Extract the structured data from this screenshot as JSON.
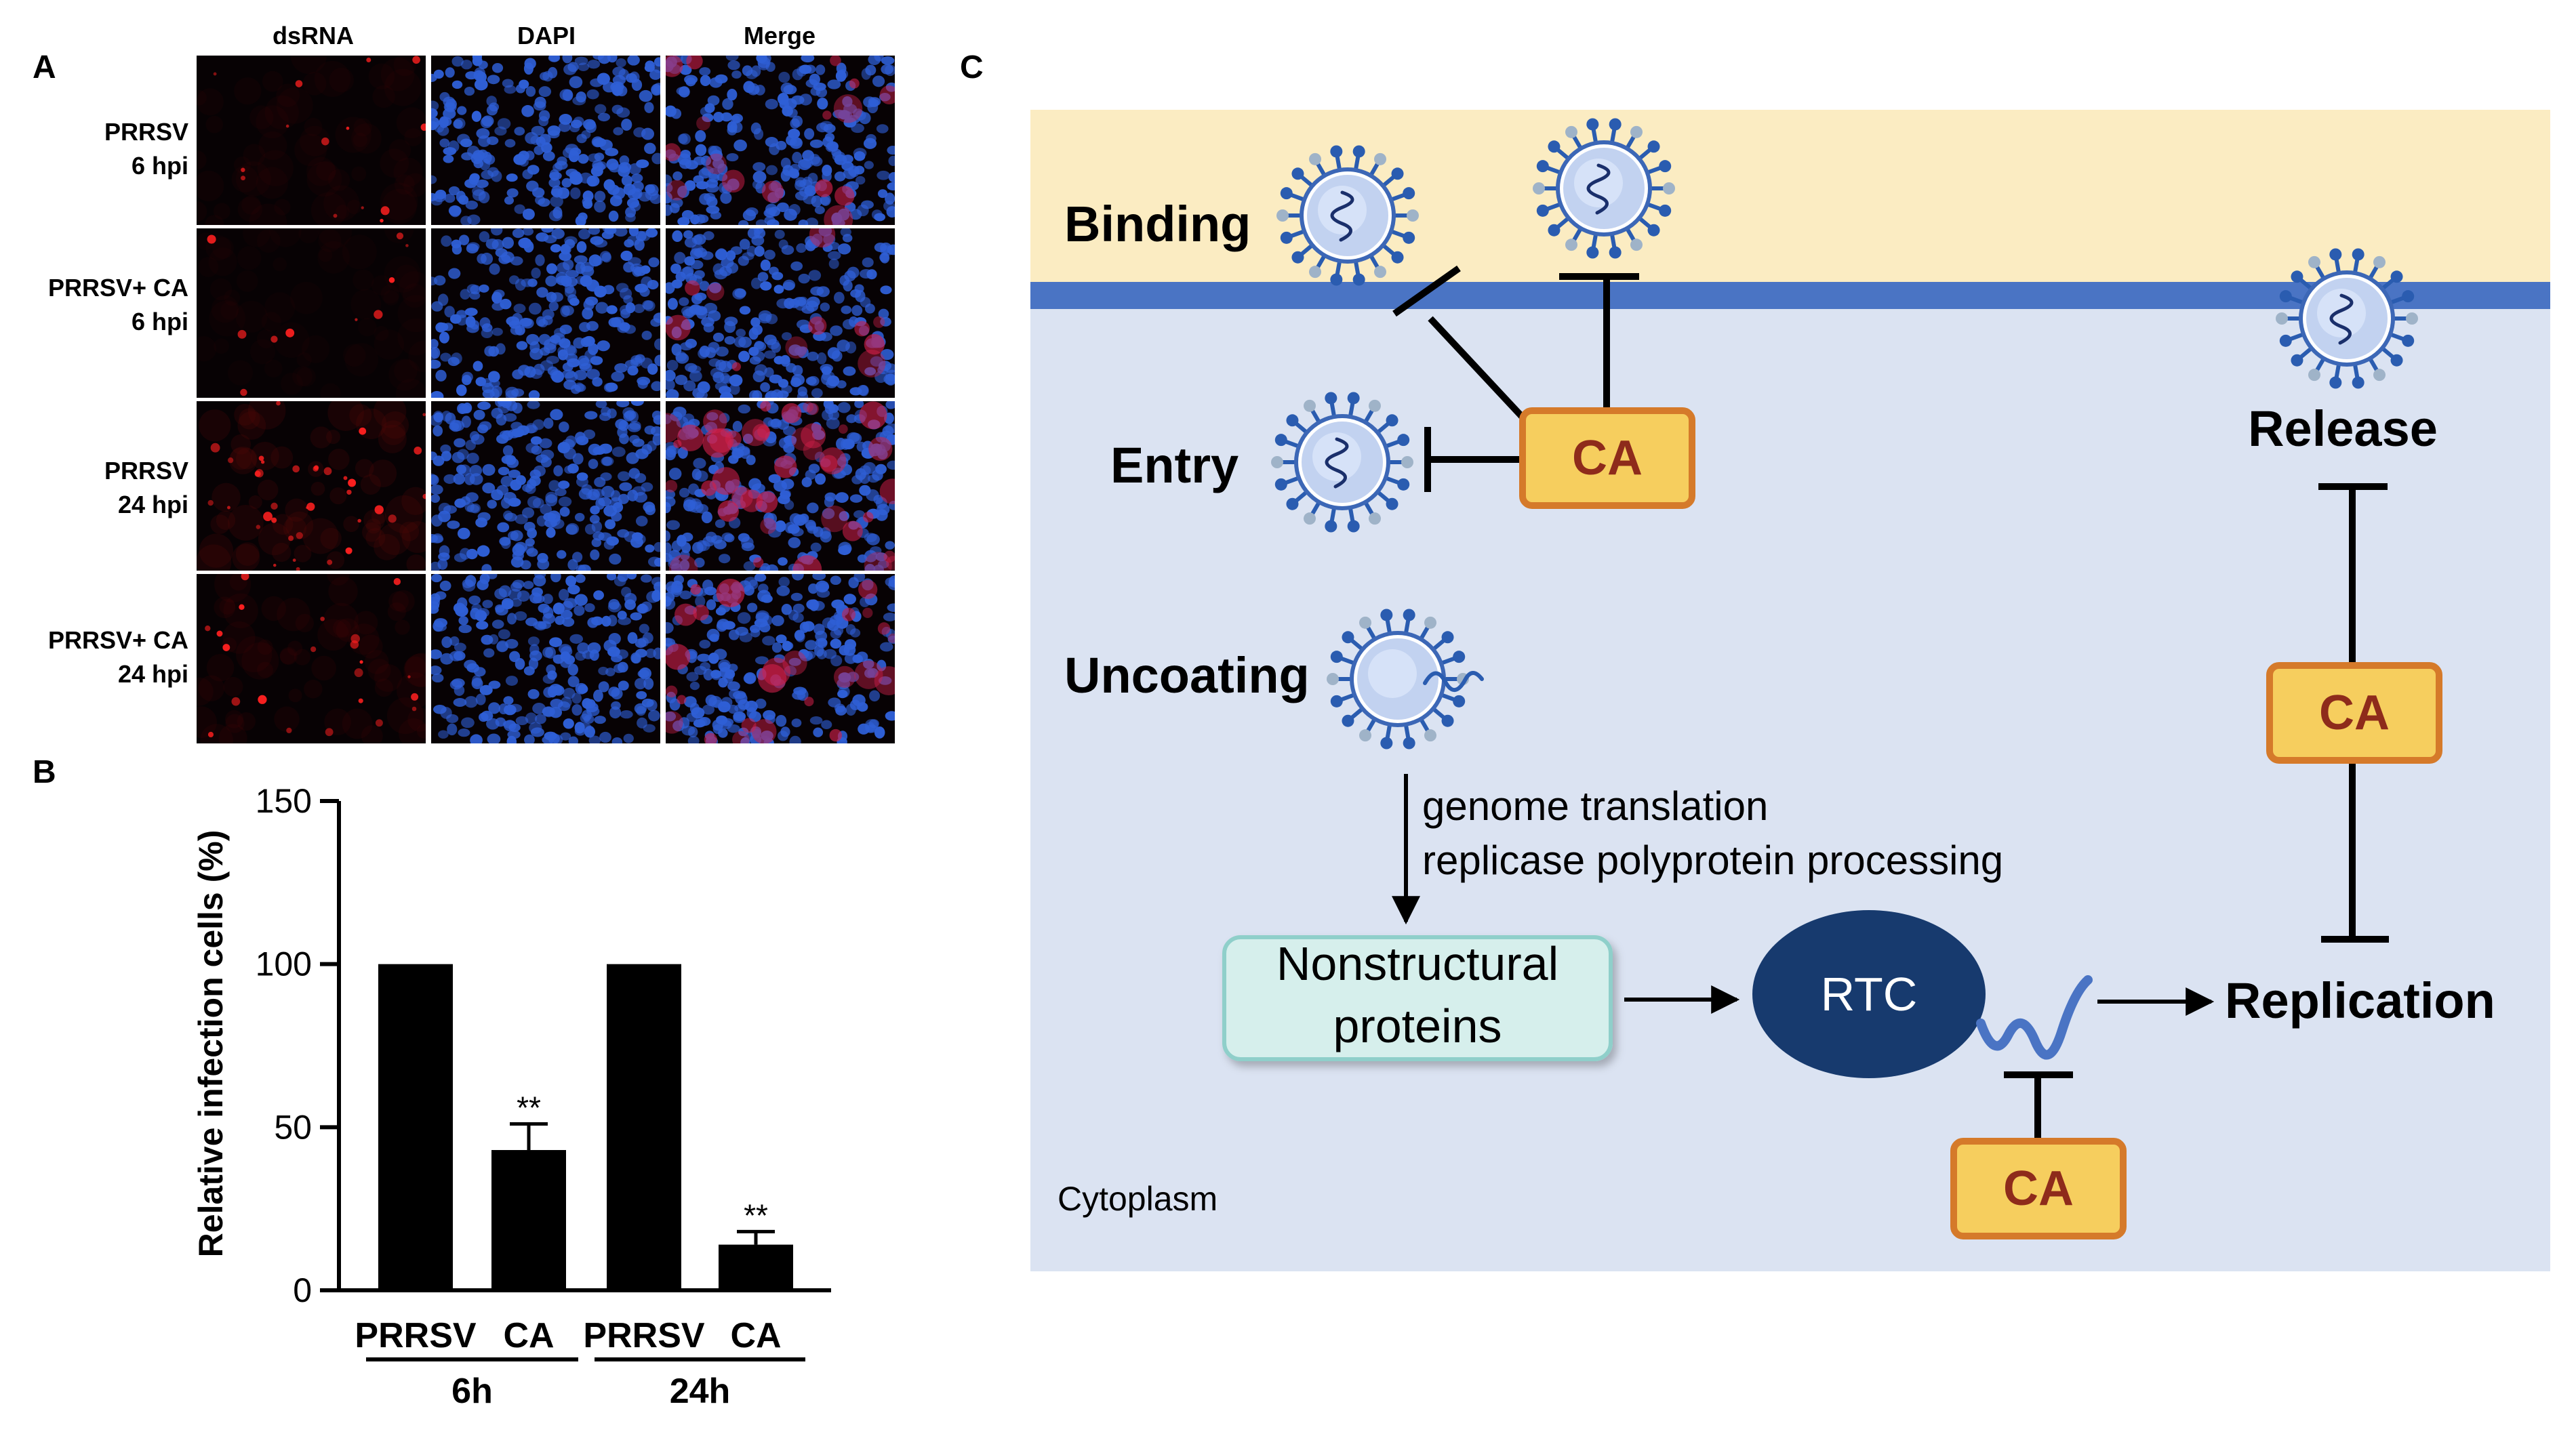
{
  "panel_a": {
    "letter": "A",
    "columns": [
      "dsRNA",
      "DAPI",
      "Merge"
    ],
    "rows": [
      {
        "line1": "PRRSV",
        "line2": "6 hpi"
      },
      {
        "line1": "PRRSV+ CA",
        "line2": "6 hpi"
      },
      {
        "line1": "PRRSV",
        "line2": "24 hpi"
      },
      {
        "line1": "PRRSV+ CA",
        "line2": "24 hpi"
      }
    ]
  },
  "panel_b": {
    "letter": "B",
    "chart_data": {
      "type": "bar",
      "categories": [
        "PRRSV",
        "CA",
        "PRRSV",
        "CA"
      ],
      "groups": [
        {
          "label": "6h",
          "span": [
            0,
            1
          ]
        },
        {
          "label": "24h",
          "span": [
            2,
            3
          ]
        }
      ],
      "values": [
        100,
        43,
        100,
        14
      ],
      "errors": [
        0,
        8,
        0,
        4
      ],
      "significance": [
        "",
        "**",
        "",
        "**"
      ],
      "ylabel": "Relative infection cells (%)",
      "ylim": [
        0,
        150
      ],
      "yticks": [
        0,
        50,
        100,
        150
      ],
      "bar_color": "#000000"
    }
  },
  "panel_c": {
    "letter": "C",
    "labels": {
      "binding": "Binding",
      "entry": "Entry",
      "uncoating": "Uncoating",
      "release": "Release",
      "replication": "Replication",
      "cytoplasm": "Cytoplasm",
      "translation_line1": "genome translation",
      "translation_line2": "replicase polyprotein processing",
      "nsp_line1": "Nonstructural",
      "nsp_line2": "proteins",
      "rtc": "RTC",
      "ca": "CA"
    },
    "colors": {
      "extracellular": "#fbecc2",
      "membrane": "#4a74c4",
      "cytoplasm": "#dbe3f2",
      "ca_fill": "#f6ce5e",
      "ca_border": "#d57a2a",
      "ca_text": "#8e2b1b",
      "rtc_fill": "#173a6e",
      "nsp_fill": "#d6efec",
      "nsp_border": "#8fcfca"
    }
  }
}
